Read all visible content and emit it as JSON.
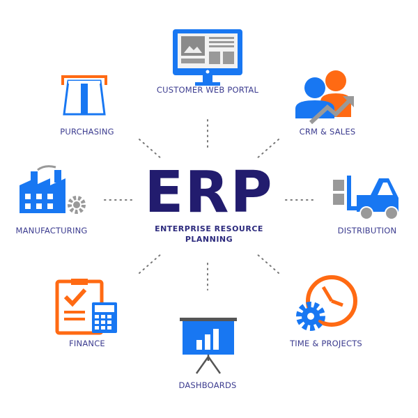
{
  "colors": {
    "blue": "#1877f2",
    "orange": "#ff6a13",
    "navy": "#221c6e",
    "gray": "#9a9a9a"
  },
  "center": {
    "title": "ERP",
    "subtitle_line1": "ENTERPRISE RESOURCE",
    "subtitle_line2": "PLANNING"
  },
  "modules": {
    "customer_web_portal": "CUSTOMER WEB PORTAL",
    "purchasing": "PURCHASING",
    "crm_sales": "CRM & SALES",
    "manufacturing": "MANUFACTURING",
    "distribution": "DISTRIBUTION",
    "finance": "FINANCE",
    "time_projects": "TIME & PROJECTS",
    "dashboards": "DASHBOARDS"
  }
}
